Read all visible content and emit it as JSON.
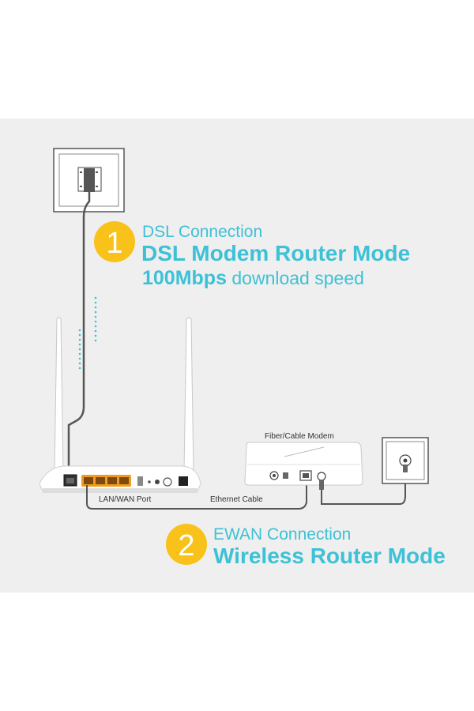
{
  "colors": {
    "accent": "#3cc1d6",
    "badge": "#f8c21a",
    "panel": "#efefef",
    "port": "#f39a1e"
  },
  "steps": [
    {
      "number": "1",
      "connection": "DSL Connection",
      "mode": "DSL Modem Router Mode",
      "speed_value": "100Mbps",
      "speed_text": "download speed"
    },
    {
      "number": "2",
      "connection": "EWAN Connection",
      "mode": "Wireless Router Mode"
    }
  ],
  "labels": {
    "lan_wan_port": "LAN/WAN Port",
    "ethernet_cable": "Ethernet Cable",
    "modem": "Fiber/Cable Modem"
  },
  "icons": [
    "phone-wall-socket-icon",
    "router-icon",
    "modem-icon",
    "coax-wall-socket-icon",
    "wifi-signal-icon"
  ]
}
